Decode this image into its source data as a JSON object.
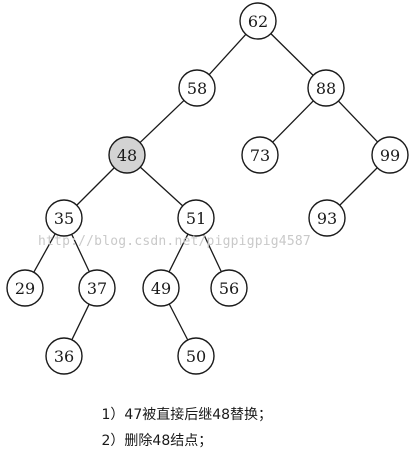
{
  "tree": {
    "nodes": [
      {
        "id": "62",
        "label": "62"
      },
      {
        "id": "58",
        "label": "58"
      },
      {
        "id": "88",
        "label": "88"
      },
      {
        "id": "48",
        "label": "48",
        "highlight": true
      },
      {
        "id": "73",
        "label": "73"
      },
      {
        "id": "99",
        "label": "99"
      },
      {
        "id": "35",
        "label": "35"
      },
      {
        "id": "51",
        "label": "51"
      },
      {
        "id": "93",
        "label": "93"
      },
      {
        "id": "29",
        "label": "29"
      },
      {
        "id": "37",
        "label": "37"
      },
      {
        "id": "49",
        "label": "49"
      },
      {
        "id": "56",
        "label": "56"
      },
      {
        "id": "36",
        "label": "36"
      },
      {
        "id": "50",
        "label": "50"
      }
    ],
    "edges": [
      [
        "62",
        "58"
      ],
      [
        "62",
        "88"
      ],
      [
        "58",
        "48"
      ],
      [
        "88",
        "73"
      ],
      [
        "88",
        "99"
      ],
      [
        "48",
        "35"
      ],
      [
        "48",
        "51"
      ],
      [
        "99",
        "93"
      ],
      [
        "35",
        "29"
      ],
      [
        "35",
        "37"
      ],
      [
        "51",
        "49"
      ],
      [
        "51",
        "56"
      ],
      [
        "37",
        "36"
      ],
      [
        "49",
        "50"
      ]
    ],
    "highlight_color": "#d3d3d3"
  },
  "watermark": "http://blog.csdn.net/pigpigpig4587",
  "captions": [
    "1）47被直接后继48替换；",
    "2）删除48结点；"
  ]
}
